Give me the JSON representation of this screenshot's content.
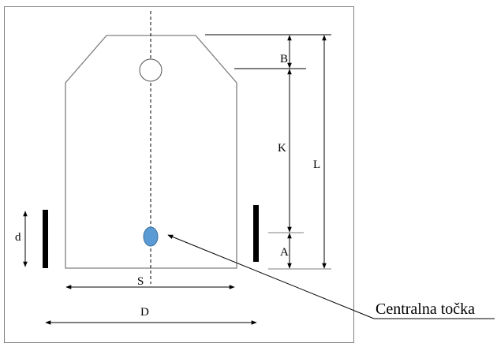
{
  "labels": {
    "B": "B",
    "K": "K",
    "L": "L",
    "A": "A",
    "d": "d",
    "S": "S",
    "D": "D"
  },
  "callout": "Centralna točka",
  "colors": {
    "central_point_fill": "#5B9BD5",
    "central_point_stroke": "#41719C",
    "outline": "#7f7f7f"
  }
}
